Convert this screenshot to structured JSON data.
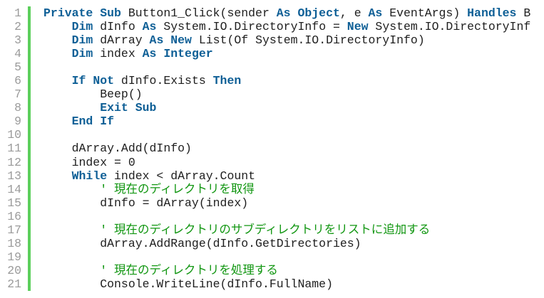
{
  "colors": {
    "keyword": "#0e5f96",
    "comment": "#119611",
    "text": "#1e1e1e",
    "line_number": "#9a9a9a",
    "change_bar": "#5ccf5c"
  },
  "lines": [
    {
      "n": "1",
      "tokens": [
        {
          "t": "Private Sub",
          "k": "kw"
        },
        {
          "t": " Button1_Click(sender "
        },
        {
          "t": "As Object",
          "k": "kw"
        },
        {
          "t": ", e "
        },
        {
          "t": "As",
          "k": "kw"
        },
        {
          "t": " EventArgs) "
        },
        {
          "t": "Handles",
          "k": "kw"
        },
        {
          "t": " B"
        }
      ]
    },
    {
      "n": "2",
      "tokens": [
        {
          "t": "    "
        },
        {
          "t": "Dim",
          "k": "kw"
        },
        {
          "t": " dInfo "
        },
        {
          "t": "As",
          "k": "kw"
        },
        {
          "t": " System.IO.DirectoryInfo = "
        },
        {
          "t": "New",
          "k": "kw"
        },
        {
          "t": " System.IO.DirectoryInf"
        }
      ]
    },
    {
      "n": "3",
      "tokens": [
        {
          "t": "    "
        },
        {
          "t": "Dim",
          "k": "kw"
        },
        {
          "t": " dArray "
        },
        {
          "t": "As New",
          "k": "kw"
        },
        {
          "t": " List(Of System.IO.DirectoryInfo)"
        }
      ]
    },
    {
      "n": "4",
      "tokens": [
        {
          "t": "    "
        },
        {
          "t": "Dim",
          "k": "kw"
        },
        {
          "t": " index "
        },
        {
          "t": "As Integer",
          "k": "kw"
        }
      ]
    },
    {
      "n": "5",
      "tokens": []
    },
    {
      "n": "6",
      "tokens": [
        {
          "t": "    "
        },
        {
          "t": "If Not",
          "k": "kw"
        },
        {
          "t": " dInfo.Exists "
        },
        {
          "t": "Then",
          "k": "kw"
        }
      ]
    },
    {
      "n": "7",
      "tokens": [
        {
          "t": "        Beep()"
        }
      ]
    },
    {
      "n": "8",
      "tokens": [
        {
          "t": "        "
        },
        {
          "t": "Exit Sub",
          "k": "kw"
        }
      ]
    },
    {
      "n": "9",
      "tokens": [
        {
          "t": "    "
        },
        {
          "t": "End If",
          "k": "kw"
        }
      ]
    },
    {
      "n": "10",
      "tokens": []
    },
    {
      "n": "11",
      "tokens": [
        {
          "t": "    dArray.Add(dInfo)"
        }
      ]
    },
    {
      "n": "12",
      "tokens": [
        {
          "t": "    index = 0"
        }
      ]
    },
    {
      "n": "13",
      "tokens": [
        {
          "t": "    "
        },
        {
          "t": "While",
          "k": "kw"
        },
        {
          "t": " index < dArray.Count"
        }
      ]
    },
    {
      "n": "14",
      "tokens": [
        {
          "t": "        "
        },
        {
          "t": "' 現在のディレクトリを取得",
          "k": "cm"
        }
      ]
    },
    {
      "n": "15",
      "tokens": [
        {
          "t": "        dInfo = dArray(index)"
        }
      ]
    },
    {
      "n": "16",
      "tokens": []
    },
    {
      "n": "17",
      "tokens": [
        {
          "t": "        "
        },
        {
          "t": "' 現在のディレクトリのサブディレクトリをリストに追加する",
          "k": "cm"
        }
      ]
    },
    {
      "n": "18",
      "tokens": [
        {
          "t": "        dArray.AddRange(dInfo.GetDirectories)"
        }
      ]
    },
    {
      "n": "19",
      "tokens": []
    },
    {
      "n": "20",
      "tokens": [
        {
          "t": "        "
        },
        {
          "t": "' 現在のディレクトリを処理する",
          "k": "cm"
        }
      ]
    },
    {
      "n": "21",
      "tokens": [
        {
          "t": "        Console.WriteLine(dInfo.FullName)"
        }
      ]
    }
  ]
}
